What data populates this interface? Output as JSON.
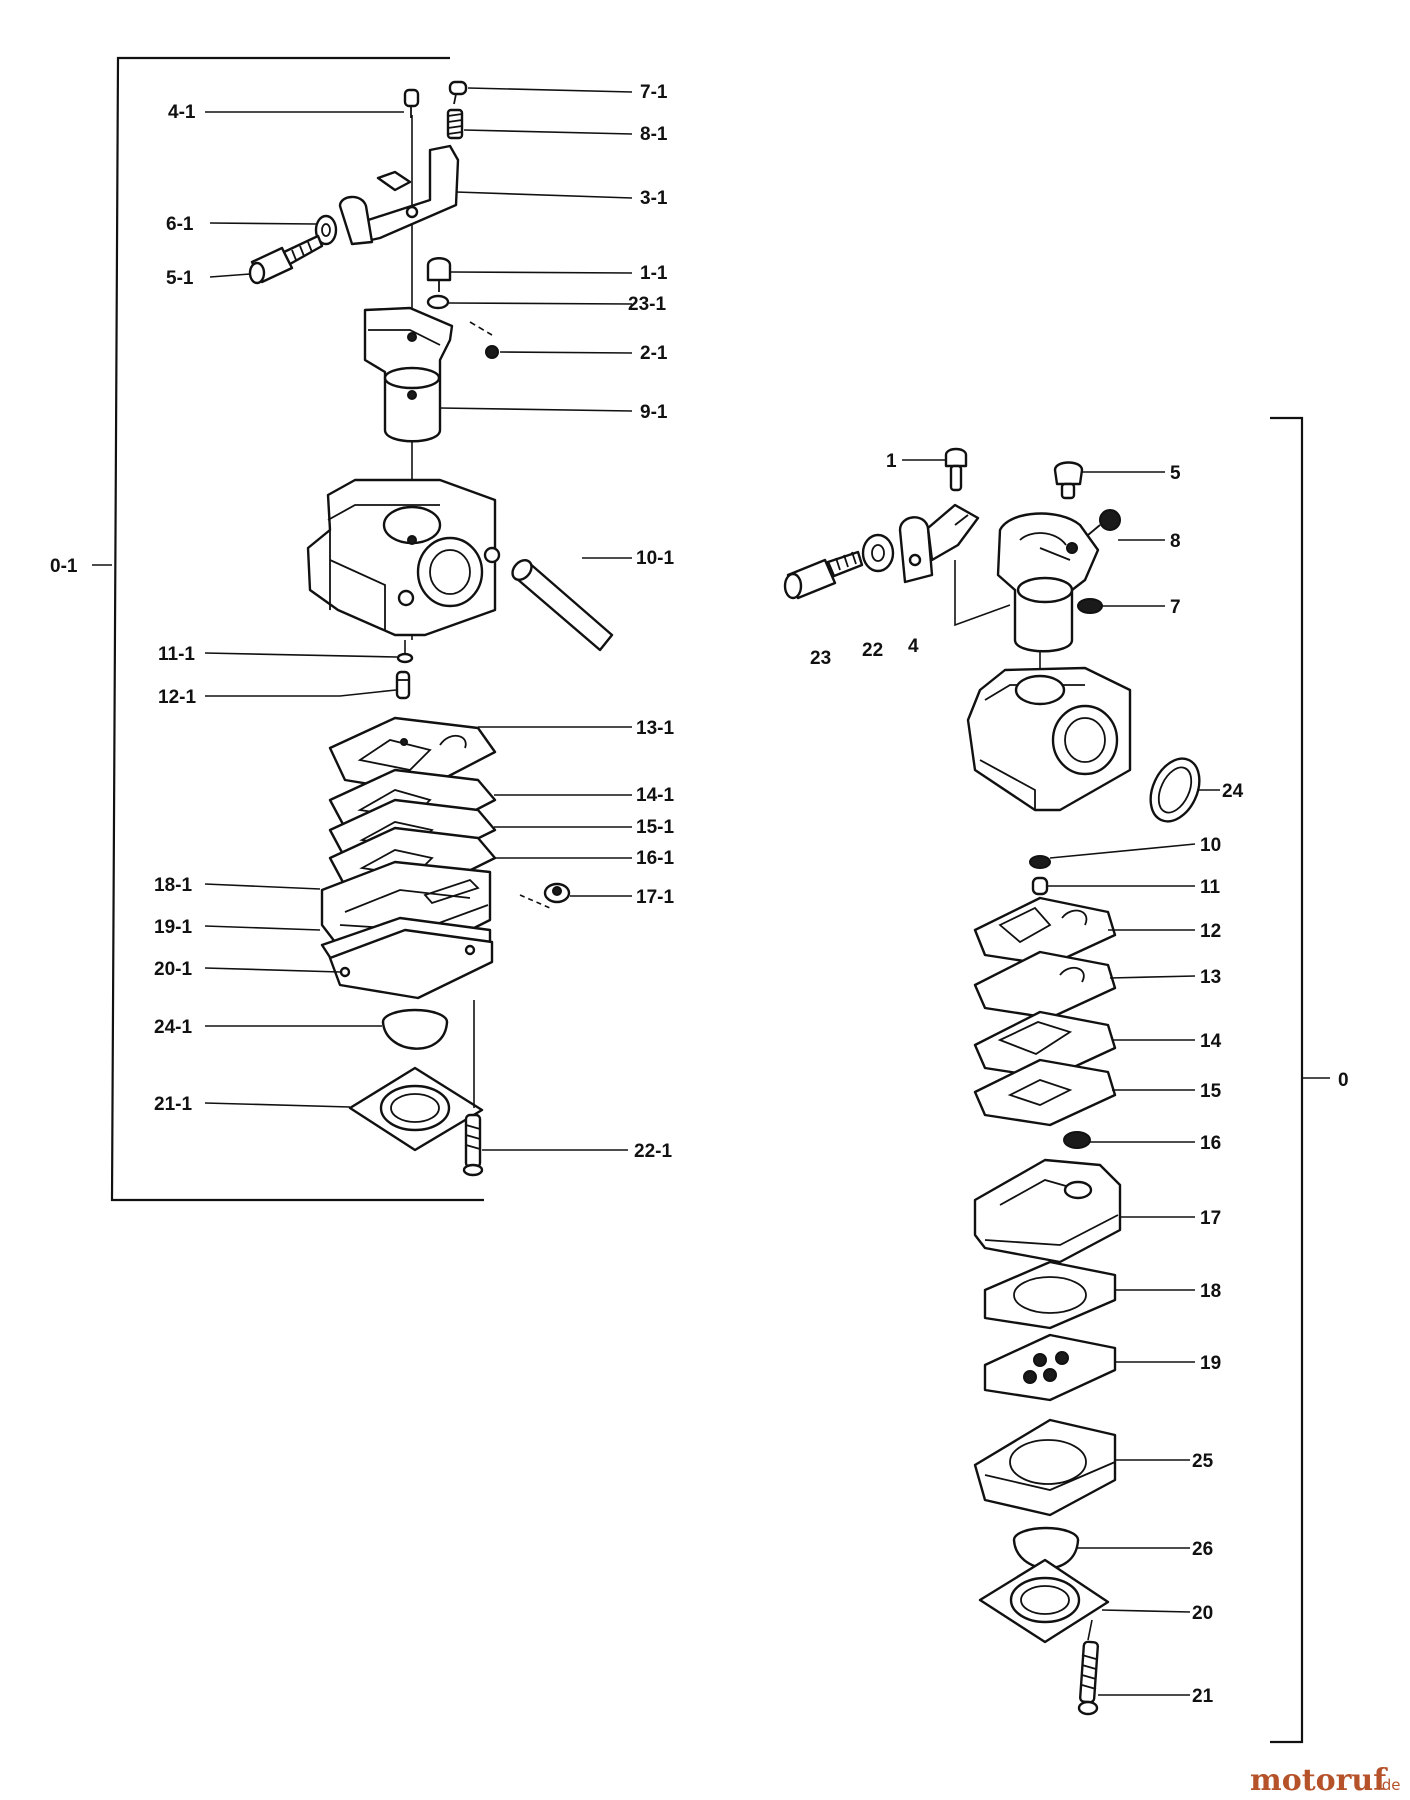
{
  "assembly_left": {
    "label": "0-1",
    "callouts": [
      "4-1",
      "7-1",
      "8-1",
      "3-1",
      "6-1",
      "5-1",
      "1-1",
      "23-1",
      "2-1",
      "9-1",
      "10-1",
      "11-1",
      "12-1",
      "13-1",
      "14-1",
      "15-1",
      "16-1",
      "18-1",
      "17-1",
      "19-1",
      "20-1",
      "24-1",
      "21-1",
      "22-1"
    ]
  },
  "assembly_right": {
    "label": "0",
    "callouts": [
      "1",
      "5",
      "8",
      "7",
      "23",
      "22",
      "4",
      "24",
      "10",
      "11",
      "12",
      "13",
      "14",
      "15",
      "16",
      "17",
      "18",
      "19",
      "25",
      "26",
      "20",
      "21"
    ]
  },
  "watermark": {
    "brand": "motoruf",
    "suffix": ".de"
  }
}
